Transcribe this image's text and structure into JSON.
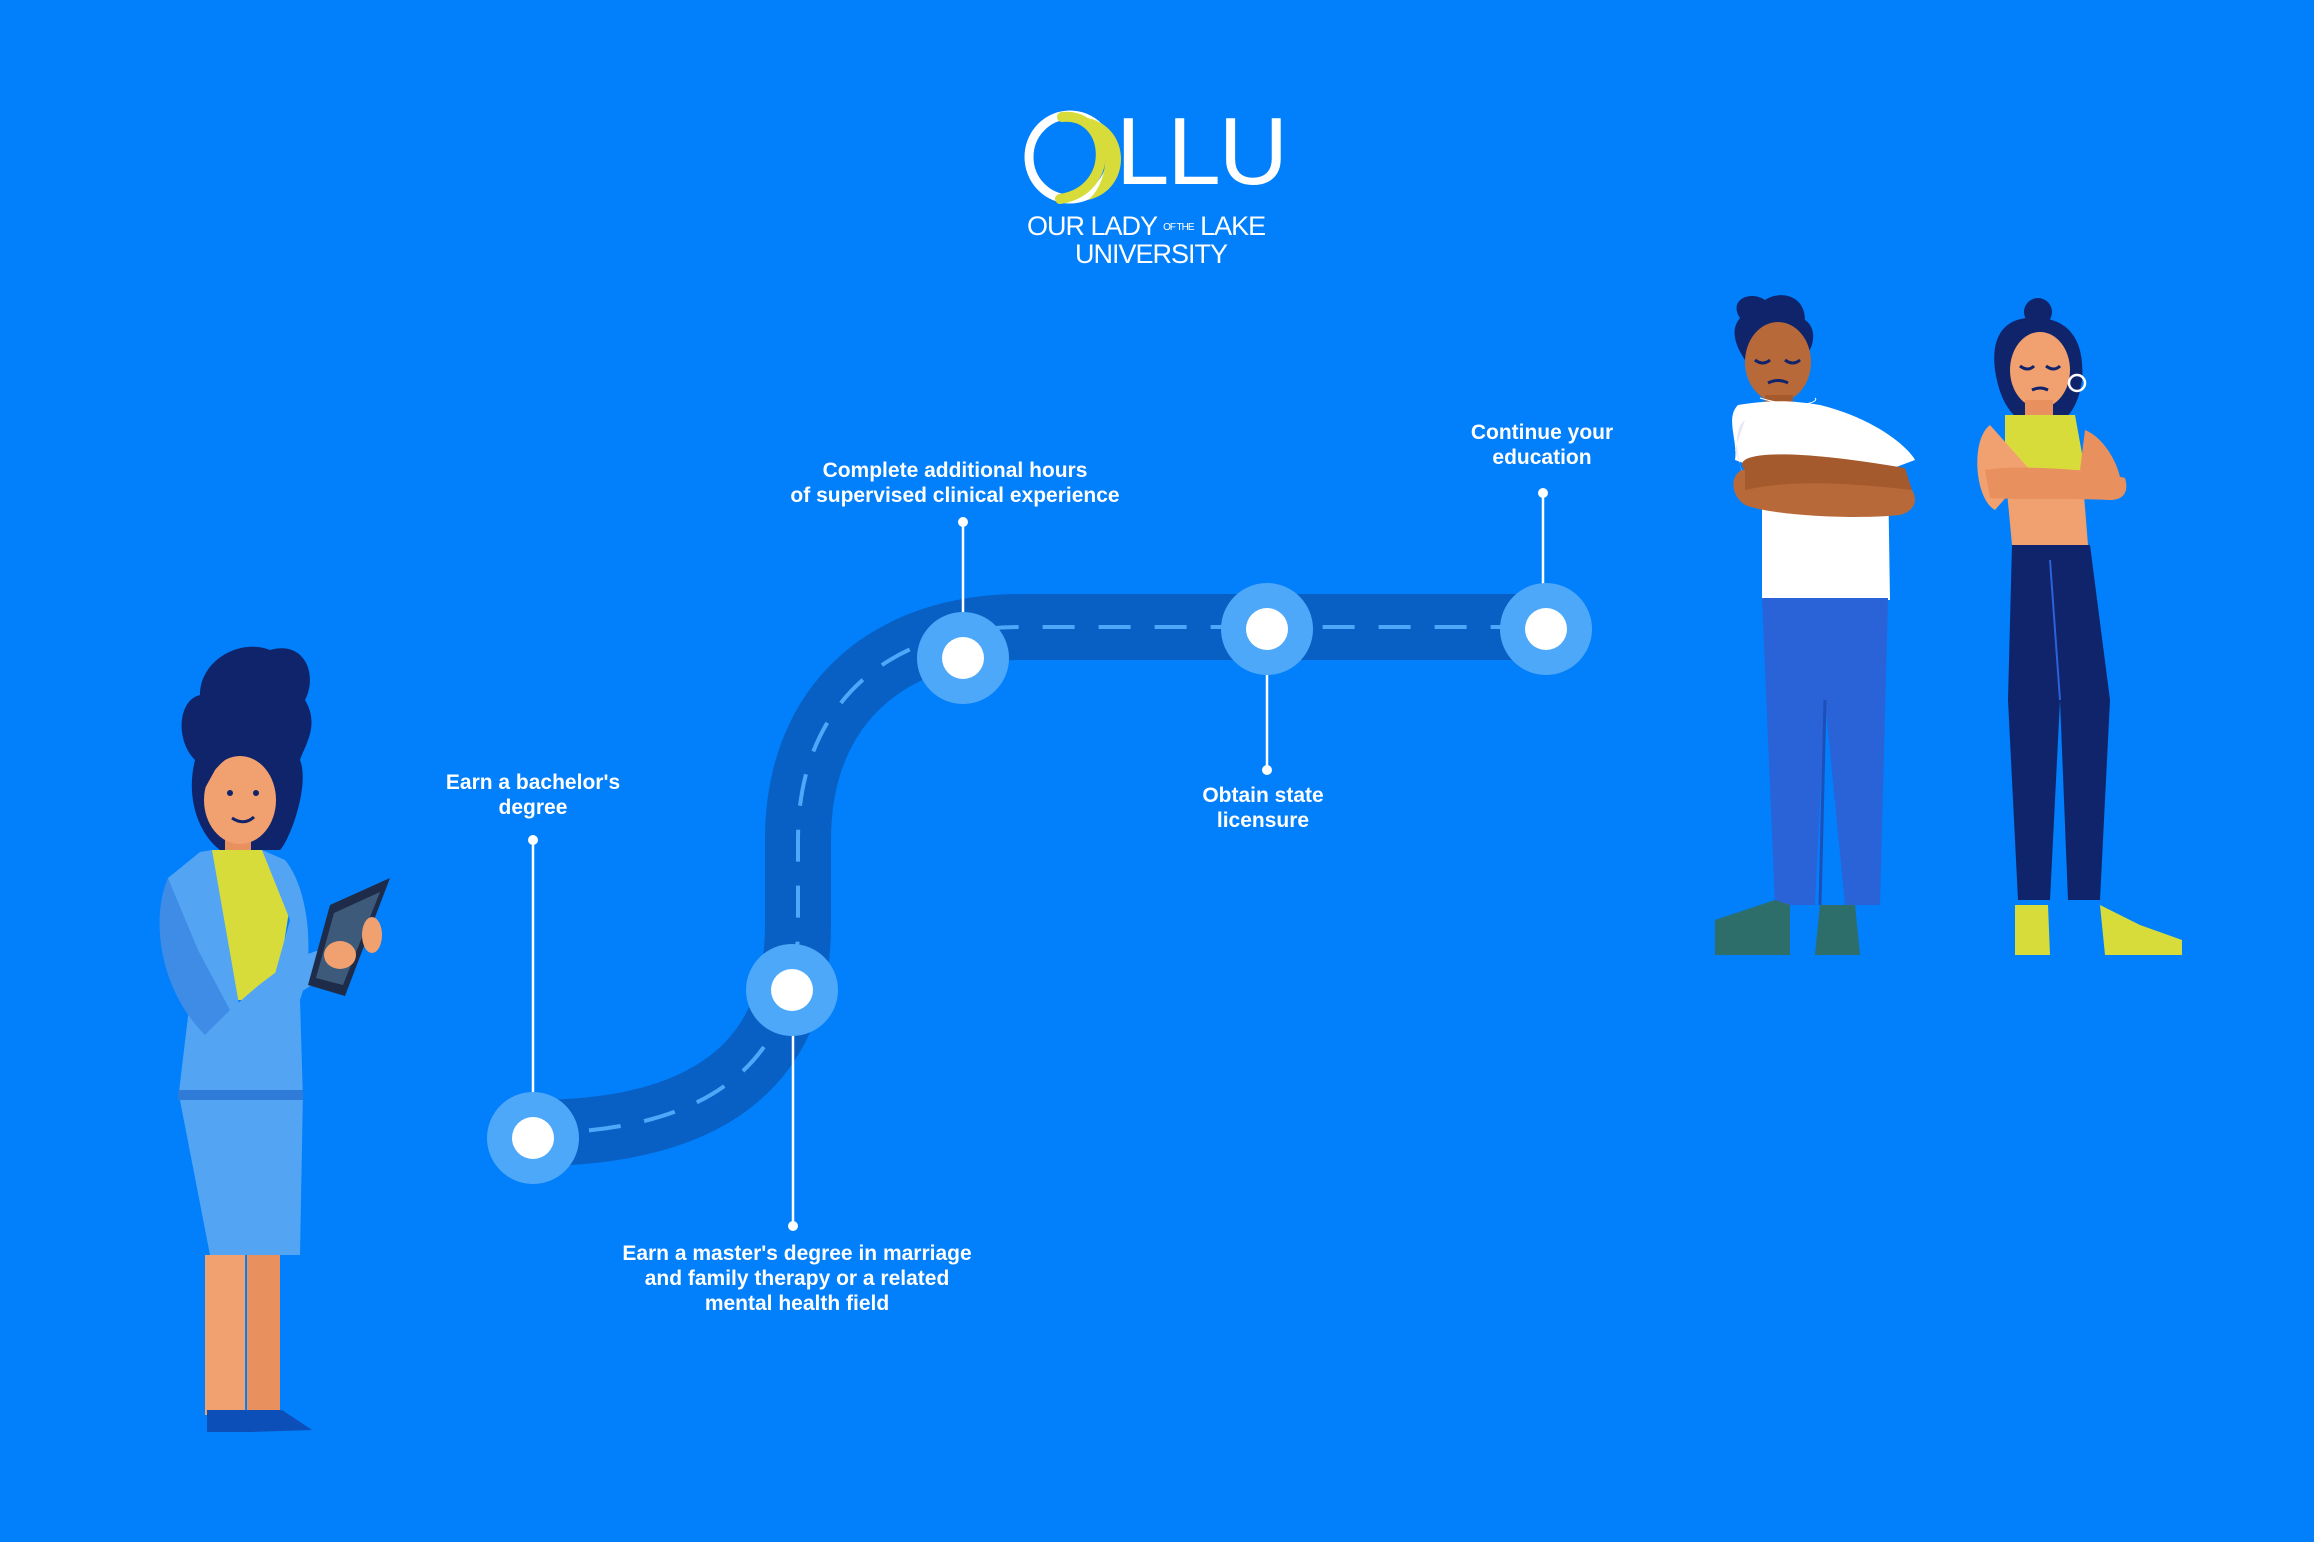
{
  "logo": {
    "mark": "LLU",
    "line1_a": "OUR LADY",
    "line1_small": "OF THE",
    "line1_b": "LAKE",
    "line2": "UNIVERSITY"
  },
  "steps": [
    {
      "lines": [
        "Earn a bachelor's",
        "degree"
      ]
    },
    {
      "lines": [
        "Earn a master's degree in marriage",
        "and family therapy or a related",
        "mental health field"
      ]
    },
    {
      "lines": [
        "Complete additional hours",
        "of supervised clinical experience"
      ]
    },
    {
      "lines": [
        "Obtain state",
        "licensure"
      ]
    },
    {
      "lines": [
        "Continue your",
        "education"
      ]
    }
  ],
  "colors": {
    "background": "#027FFA",
    "road": "#0860C4",
    "node_ring": "#4EA8FA",
    "accent_yellow": "#D7DC3A",
    "line_white": "#ffffff"
  },
  "icons": {
    "logo": "ollu-crescent-logo-icon",
    "person_left": "woman-with-tablet-illustration",
    "people_right": "thinking-couple-illustration"
  }
}
